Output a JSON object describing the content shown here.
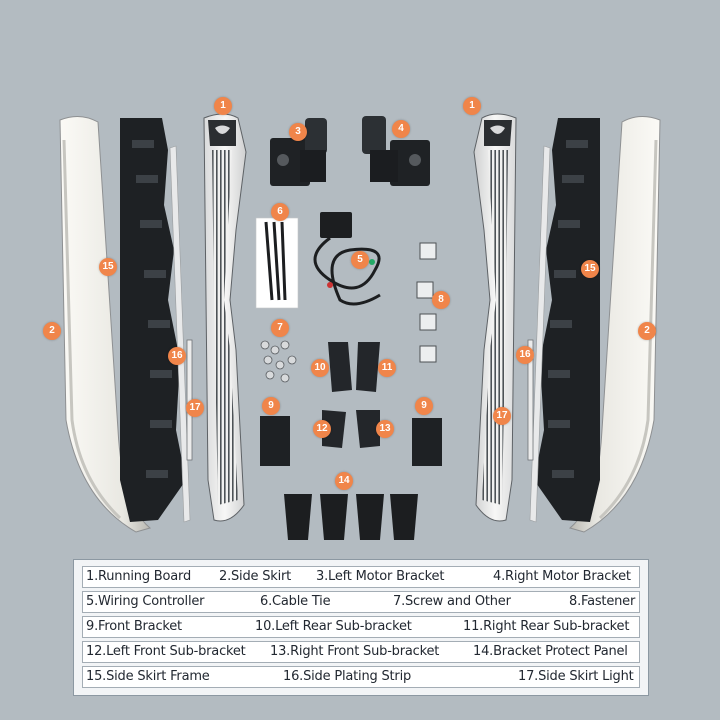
{
  "callouts": {
    "c1a": "1",
    "c1b": "1",
    "c2a": "2",
    "c2b": "2",
    "c3": "3",
    "c4": "4",
    "c5": "5",
    "c6": "6",
    "c7": "7",
    "c8": "8",
    "c9a": "9",
    "c9b": "9",
    "c10": "10",
    "c11": "11",
    "c12": "12",
    "c13": "13",
    "c14": "14",
    "c15a": "15",
    "c15b": "15",
    "c16a": "16",
    "c16b": "16",
    "c17a": "17",
    "c17b": "17"
  },
  "legend": {
    "r1": [
      "1.Running Board",
      "2.Side Skirt",
      "3.Left Motor Bracket",
      "4.Right Motor Bracket"
    ],
    "r2": [
      "5.Wiring Controller",
      "6.Cable Tie",
      "7.Screw and Other",
      "8.Fastener"
    ],
    "r3": [
      "9.Front Bracket",
      "10.Left Rear Sub-bracket",
      "11.Right Rear Sub-bracket"
    ],
    "r4": [
      "12.Left Front Sub-bracket",
      "13.Right Front Sub-bracket",
      "14.Bracket Protect Panel"
    ],
    "r5": [
      "15.Side Skirt Frame",
      "16.Side Plating Strip",
      "17.Side Skirt Light"
    ]
  },
  "colors": {
    "background": "#b3bbc1",
    "callout": "#f0854a",
    "part_dark": "#1e2124",
    "part_light": "#f4f3ee"
  }
}
